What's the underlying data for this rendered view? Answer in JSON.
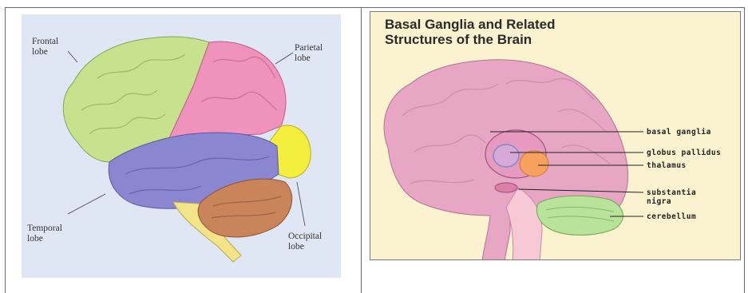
{
  "left_diagram": {
    "labels": {
      "frontal": "Frontal\nlobe",
      "parietal": "Parietal\nlobe",
      "temporal": "Temporal\nlobe",
      "occipital": "Occipital\nlobe"
    },
    "colors": {
      "frontal": "#c7e28c",
      "parietal": "#ef93bd",
      "temporal": "#8a86cf",
      "occipital": "#f4ee3c",
      "cerebellum": "#c9845a",
      "brainstem": "#f3e48a"
    }
  },
  "right_diagram": {
    "title_line1": "Basal Ganglia and Related",
    "title_line2": "Structures of the Brain",
    "labels": {
      "basal_ganglia": "basal ganglia",
      "globus_pallidus": "globus pallidus",
      "thalamus": "thalamus",
      "substantia_nigra": "substantia\nnigra",
      "cerebellum": "cerebellum"
    },
    "colors": {
      "brain": "#e6a6c4",
      "thalamus": "#f6a25e",
      "cerebellum": "#b9e39a",
      "brainstem": "#f7c8d6"
    }
  }
}
